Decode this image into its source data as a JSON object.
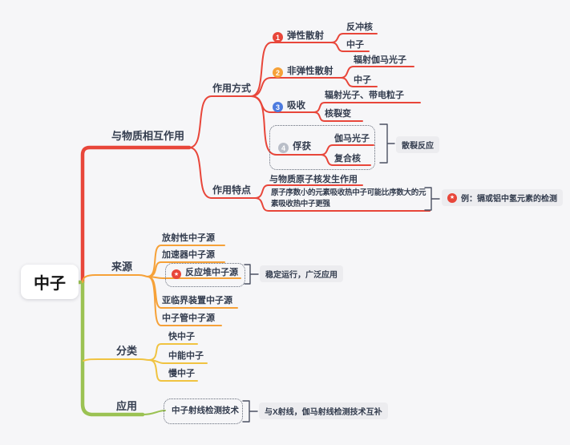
{
  "root": {
    "label": "中子"
  },
  "icons": {
    "star": "★"
  },
  "colors": {
    "background": "#f6f6f8",
    "branch_interaction": "#e8463a",
    "branch_source": "#f6a138",
    "branch_category": "#f0c341",
    "branch_application": "#9bc253",
    "badge_blue": "#4d7bdf",
    "badge_gray": "#b9bec8",
    "callout_bg": "#ececef",
    "text": "#333c4e"
  },
  "b1": {
    "label": "与物质相互作用",
    "mode": {
      "label": "作用方式",
      "items": [
        {
          "num": "1",
          "label": "弹性散射",
          "children": [
            "反冲核",
            "中子"
          ]
        },
        {
          "num": "2",
          "label": "非弹性散射",
          "children": [
            "辐射伽马光子",
            "中子"
          ]
        },
        {
          "num": "3",
          "label": "吸收",
          "children": [
            "辐射光子、带电粒子",
            "核裂变"
          ]
        },
        {
          "num": "4",
          "label": "俘获",
          "children": [
            "伽马光子",
            "复合核"
          ],
          "callout": "散裂反应"
        }
      ]
    },
    "traits": {
      "label": "作用特点",
      "items": [
        "与物质原子核发生作用",
        "原子序数小的元素吸收热中子可能比序数大的元素吸收热中子更强"
      ],
      "callout": "例：镉或铝中氢元素的检测"
    }
  },
  "b2": {
    "label": "来源",
    "items": [
      "放射性中子源",
      "加速器中子源",
      "反应堆中子源",
      "亚临界装置中子源",
      "中子管中子源"
    ],
    "callout": "稳定运行，广泛应用"
  },
  "b3": {
    "label": "分类",
    "items": [
      "快中子",
      "中能中子",
      "慢中子"
    ]
  },
  "b4": {
    "label": "应用",
    "item": "中子射线检测技术",
    "callout": "与X射线，伽马射线检测技术互补"
  }
}
